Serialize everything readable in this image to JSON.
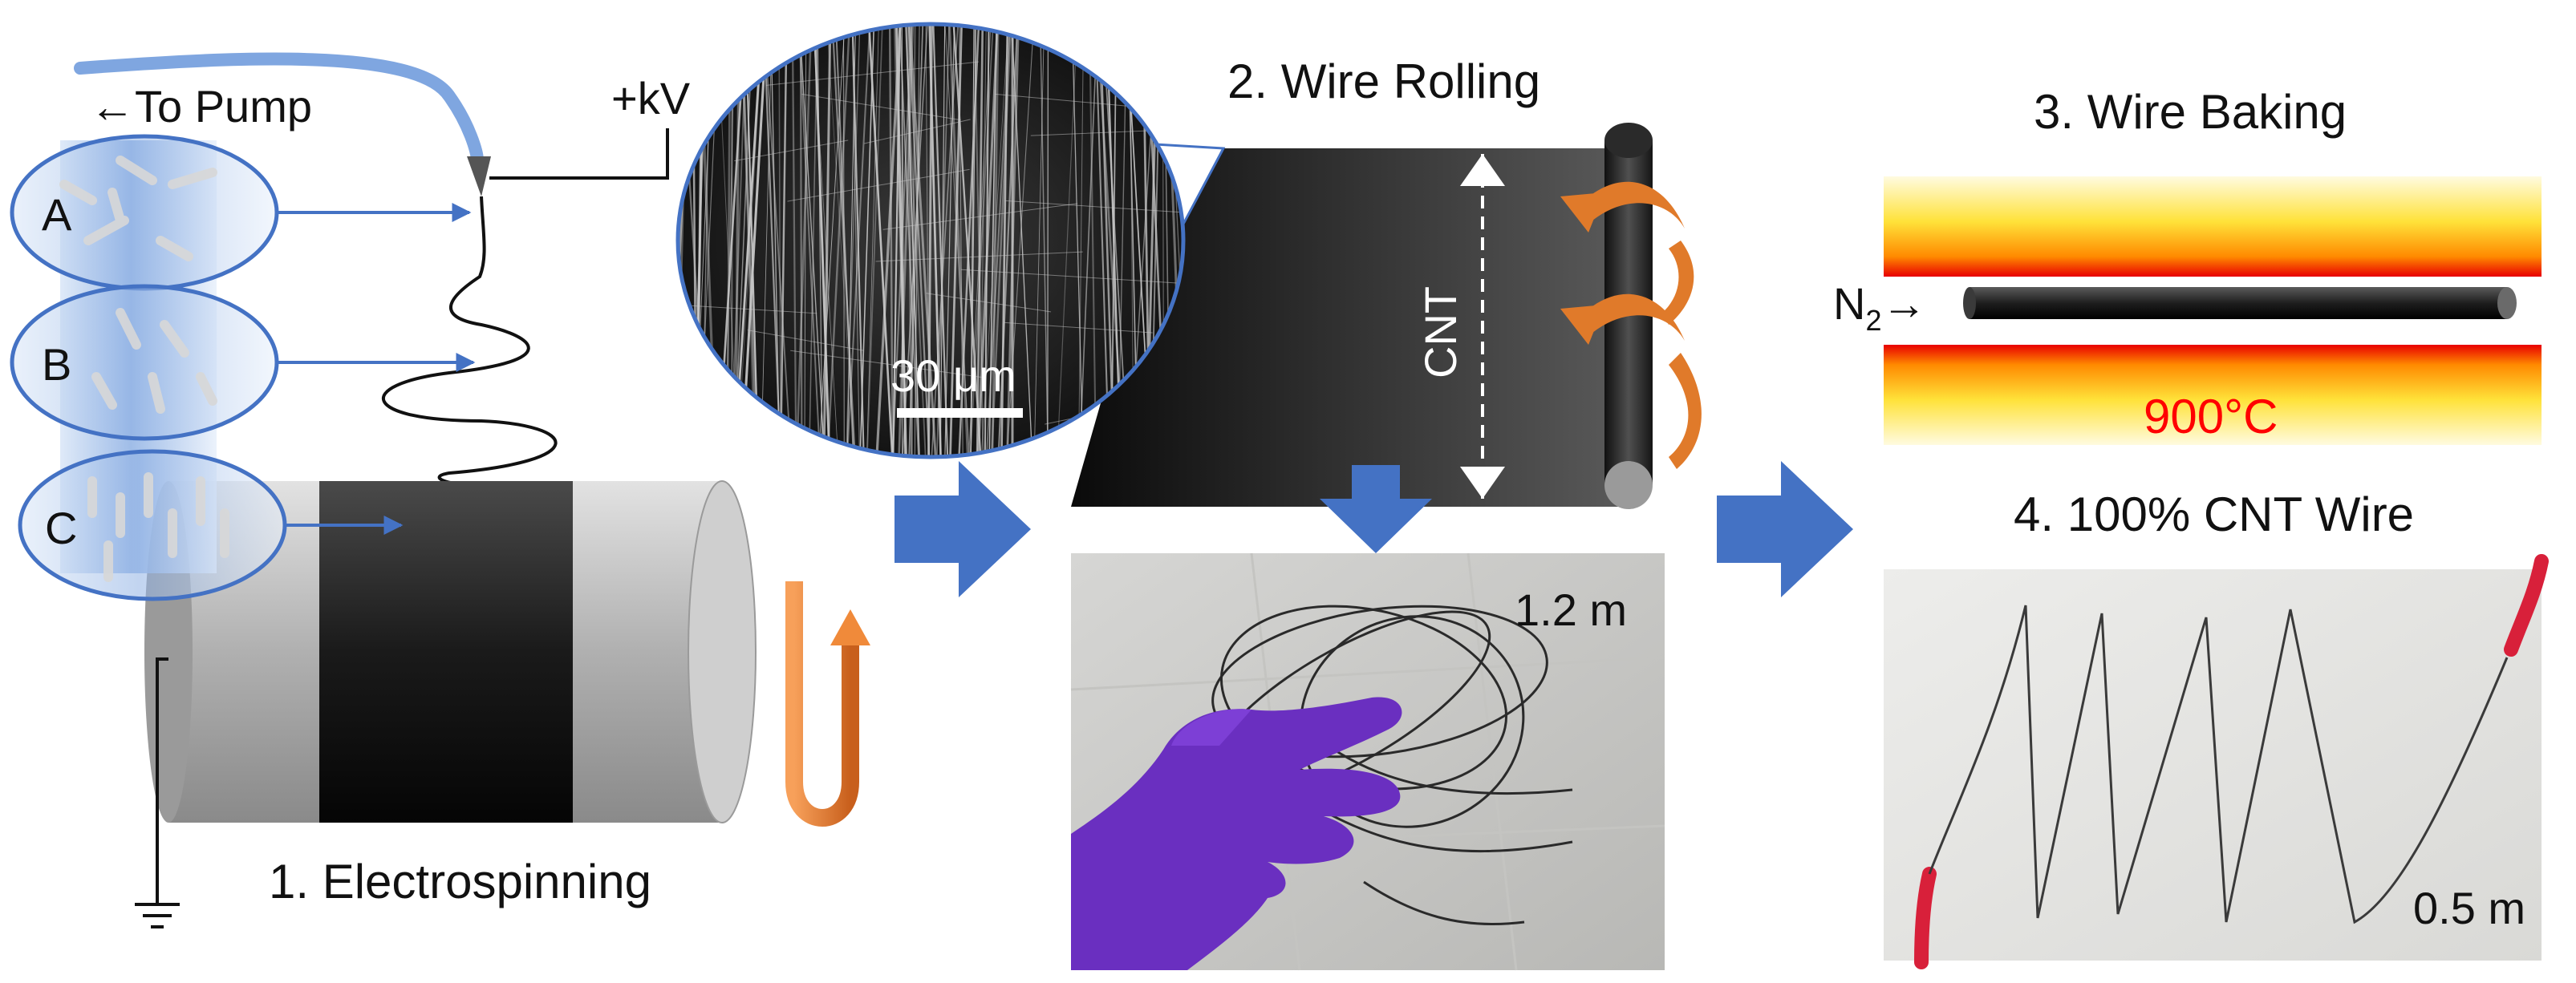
{
  "panel1": {
    "to_pump": "←To Pump",
    "voltage": "+kV",
    "stage_a": "A",
    "stage_b": "B",
    "stage_c": "C",
    "title": "1. Electrospinning"
  },
  "panel2": {
    "title": "2. Wire Rolling",
    "sem_scale": "30 μm",
    "sheet_label": "CNT",
    "length": "1.2 m"
  },
  "panel3": {
    "title": "3. Wire Baking",
    "gas_main": "N",
    "gas_sub": "2",
    "gas_arrow": "→",
    "temperature": "900°C"
  },
  "panel4": {
    "title": "4. 100% CNT Wire",
    "length": "0.5 m"
  },
  "colors": {
    "arrow_blue": "#4472c4",
    "rotation_orange": "#e07a2a",
    "temperature_red": "#ff0000",
    "glove_purple": "#6a2fc0",
    "cable_red": "#d8203a"
  }
}
